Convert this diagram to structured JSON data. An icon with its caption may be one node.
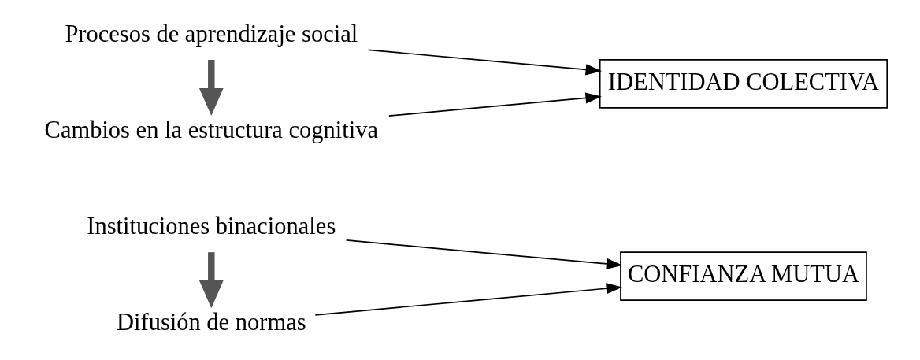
{
  "diagram": {
    "nodes": [
      {
        "text": [
          "Instituciones binacionales"
        ]
      },
      {
        "text": [
          "Difusión de normas"
        ]
      },
      {
        "text": [
          "CONFIANZA MUTUA"
        ]
      },
      {
        "text": [
          "Procesos de aprendizaje social"
        ]
      },
      {
        "text": [
          "Cambios en la estructura cognitiva"
        ]
      },
      {
        "text": [
          "IDENTIDAD COLECTIVA"
        ]
      }
    ],
    "edges": [
      {
        "from": 0,
        "to": 1,
        "arrow": "to",
        "style": "thick"
      },
      {
        "from": 0,
        "to": 2,
        "arrow": "to"
      },
      {
        "from": 1,
        "to": 2,
        "arrow": "to"
      },
      {
        "from": 3,
        "to": 4,
        "arrow": "to",
        "style": "thick"
      },
      {
        "from": 3,
        "to": 5,
        "arrow": "to"
      },
      {
        "from": 4,
        "to": 5,
        "arrow": "to"
      }
    ]
  }
}
